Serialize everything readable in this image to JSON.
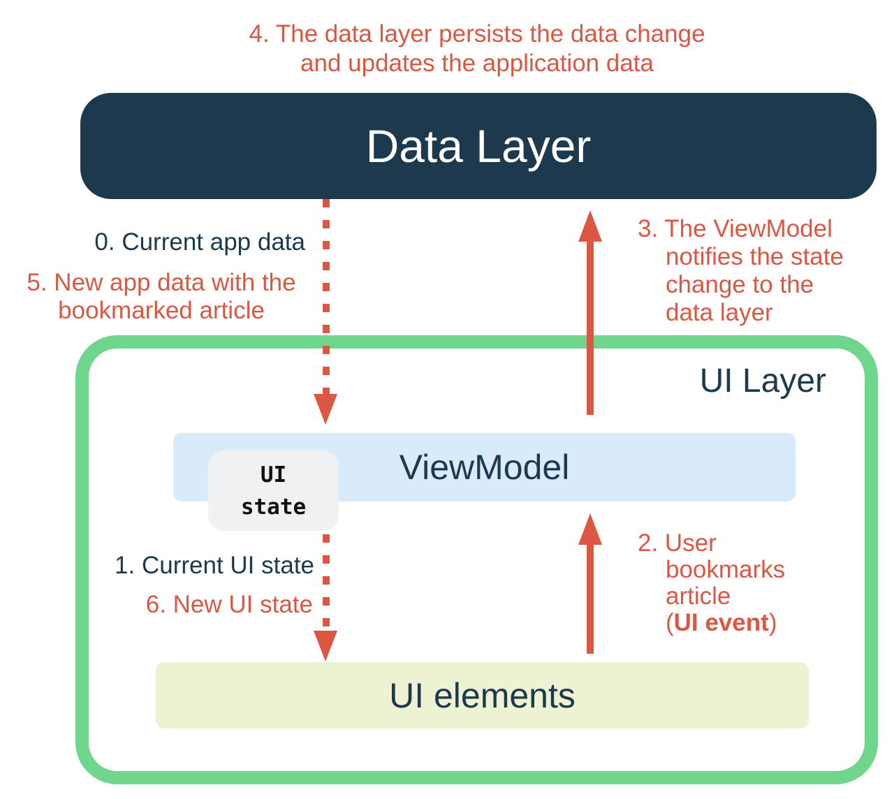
{
  "colors": {
    "navy": "#1C394E",
    "red": "#DB5743",
    "green": "#70D68C",
    "light_blue": "#D9EAFB",
    "pale_yellow": "#EDF2D2",
    "light_gray": "#F0F1F2"
  },
  "boxes": {
    "data_layer": {
      "label": "Data Layer"
    },
    "ui_layer": {
      "label": "UI Layer"
    },
    "viewmodel": {
      "label": "ViewModel"
    },
    "ui_state": {
      "line1": "UI",
      "line2": "state"
    },
    "ui_elements": {
      "label": "UI elements"
    }
  },
  "annotations": {
    "step4": {
      "line1": "4. The data layer persists the data change",
      "line2": "and updates the application data"
    },
    "step0": {
      "text": "0. Current app data"
    },
    "step5": {
      "line1": "5. New app data with the",
      "line2": "bookmarked article"
    },
    "step3": {
      "line1": "3. The ViewModel",
      "line2": "notifies the state",
      "line3": "change to the",
      "line4": "data layer"
    },
    "step1": {
      "text": "1. Current UI state"
    },
    "step6": {
      "text": "6. New UI state"
    },
    "step2": {
      "line1": "2. User",
      "line2": "bookmarks",
      "line3": "article",
      "line4_open": "(",
      "line4_bold": "UI event",
      "line4_close": ")"
    }
  }
}
